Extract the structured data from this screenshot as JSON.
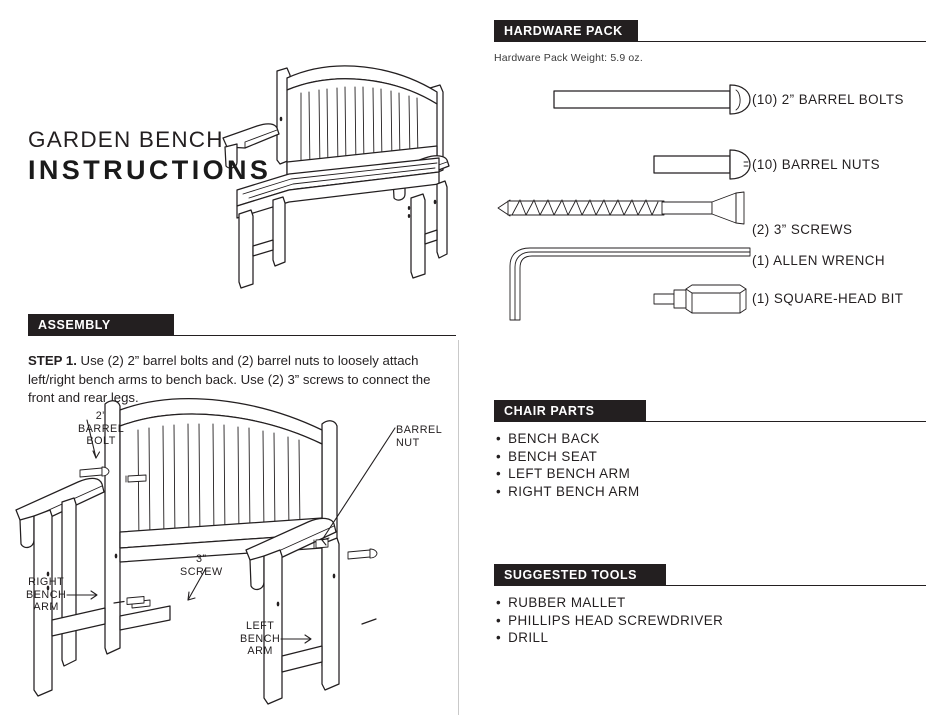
{
  "title": {
    "line1": "GARDEN BENCH",
    "line2": "INSTRUCTIONS"
  },
  "assembly": {
    "heading": "ASSEMBLY",
    "step_label": "STEP 1.",
    "step_text": "Use (2) 2” barrel bolts and (2) barrel nuts to loosely attach left/right bench arms to bench back. Use (2) 3” screws to connect the front and rear legs.",
    "callouts": {
      "barrel_bolt": "2”\nBARREL\nBOLT",
      "barrel_bolt_l1": "2”",
      "barrel_bolt_l2": "BARREL",
      "barrel_bolt_l3": "BOLT",
      "barrel_nut_l1": "BARREL",
      "barrel_nut_l2": "NUT",
      "screw_l1": "3”",
      "screw_l2": "SCREW",
      "right_arm_l1": "RIGHT",
      "right_arm_l2": "BENCH",
      "right_arm_l3": "ARM",
      "left_arm_l1": "LEFT",
      "left_arm_l2": "BENCH",
      "left_arm_l3": "ARM"
    }
  },
  "hardware_pack": {
    "heading": "HARDWARE PACK",
    "weight": "Hardware Pack Weight: 5.9 oz.",
    "items": [
      {
        "label": "(10) 2” BARREL BOLTS",
        "icon": "barrel-bolt-icon"
      },
      {
        "label": "(10) BARREL NUTS",
        "icon": "barrel-nut-icon"
      },
      {
        "label": "(2) 3” SCREWS",
        "icon": "wood-screw-icon"
      },
      {
        "label": "(1) ALLEN WRENCH",
        "icon": "allen-wrench-icon"
      },
      {
        "label": "(1) SQUARE-HEAD BIT",
        "icon": "square-head-bit-icon"
      }
    ]
  },
  "chair_parts": {
    "heading": "CHAIR PARTS",
    "items": [
      "BENCH BACK",
      "BENCH SEAT",
      "LEFT BENCH ARM",
      "RIGHT BENCH ARM"
    ]
  },
  "suggested_tools": {
    "heading": "SUGGESTED TOOLS",
    "items": [
      "RUBBER MALLET",
      "PHILLIPS HEAD SCREWDRIVER",
      "DRILL"
    ]
  },
  "colors": {
    "ink": "#231f20",
    "paper": "#ffffff",
    "bar": "#231f20",
    "bar_text": "#ffffff",
    "divider": "#c9c9c9"
  }
}
